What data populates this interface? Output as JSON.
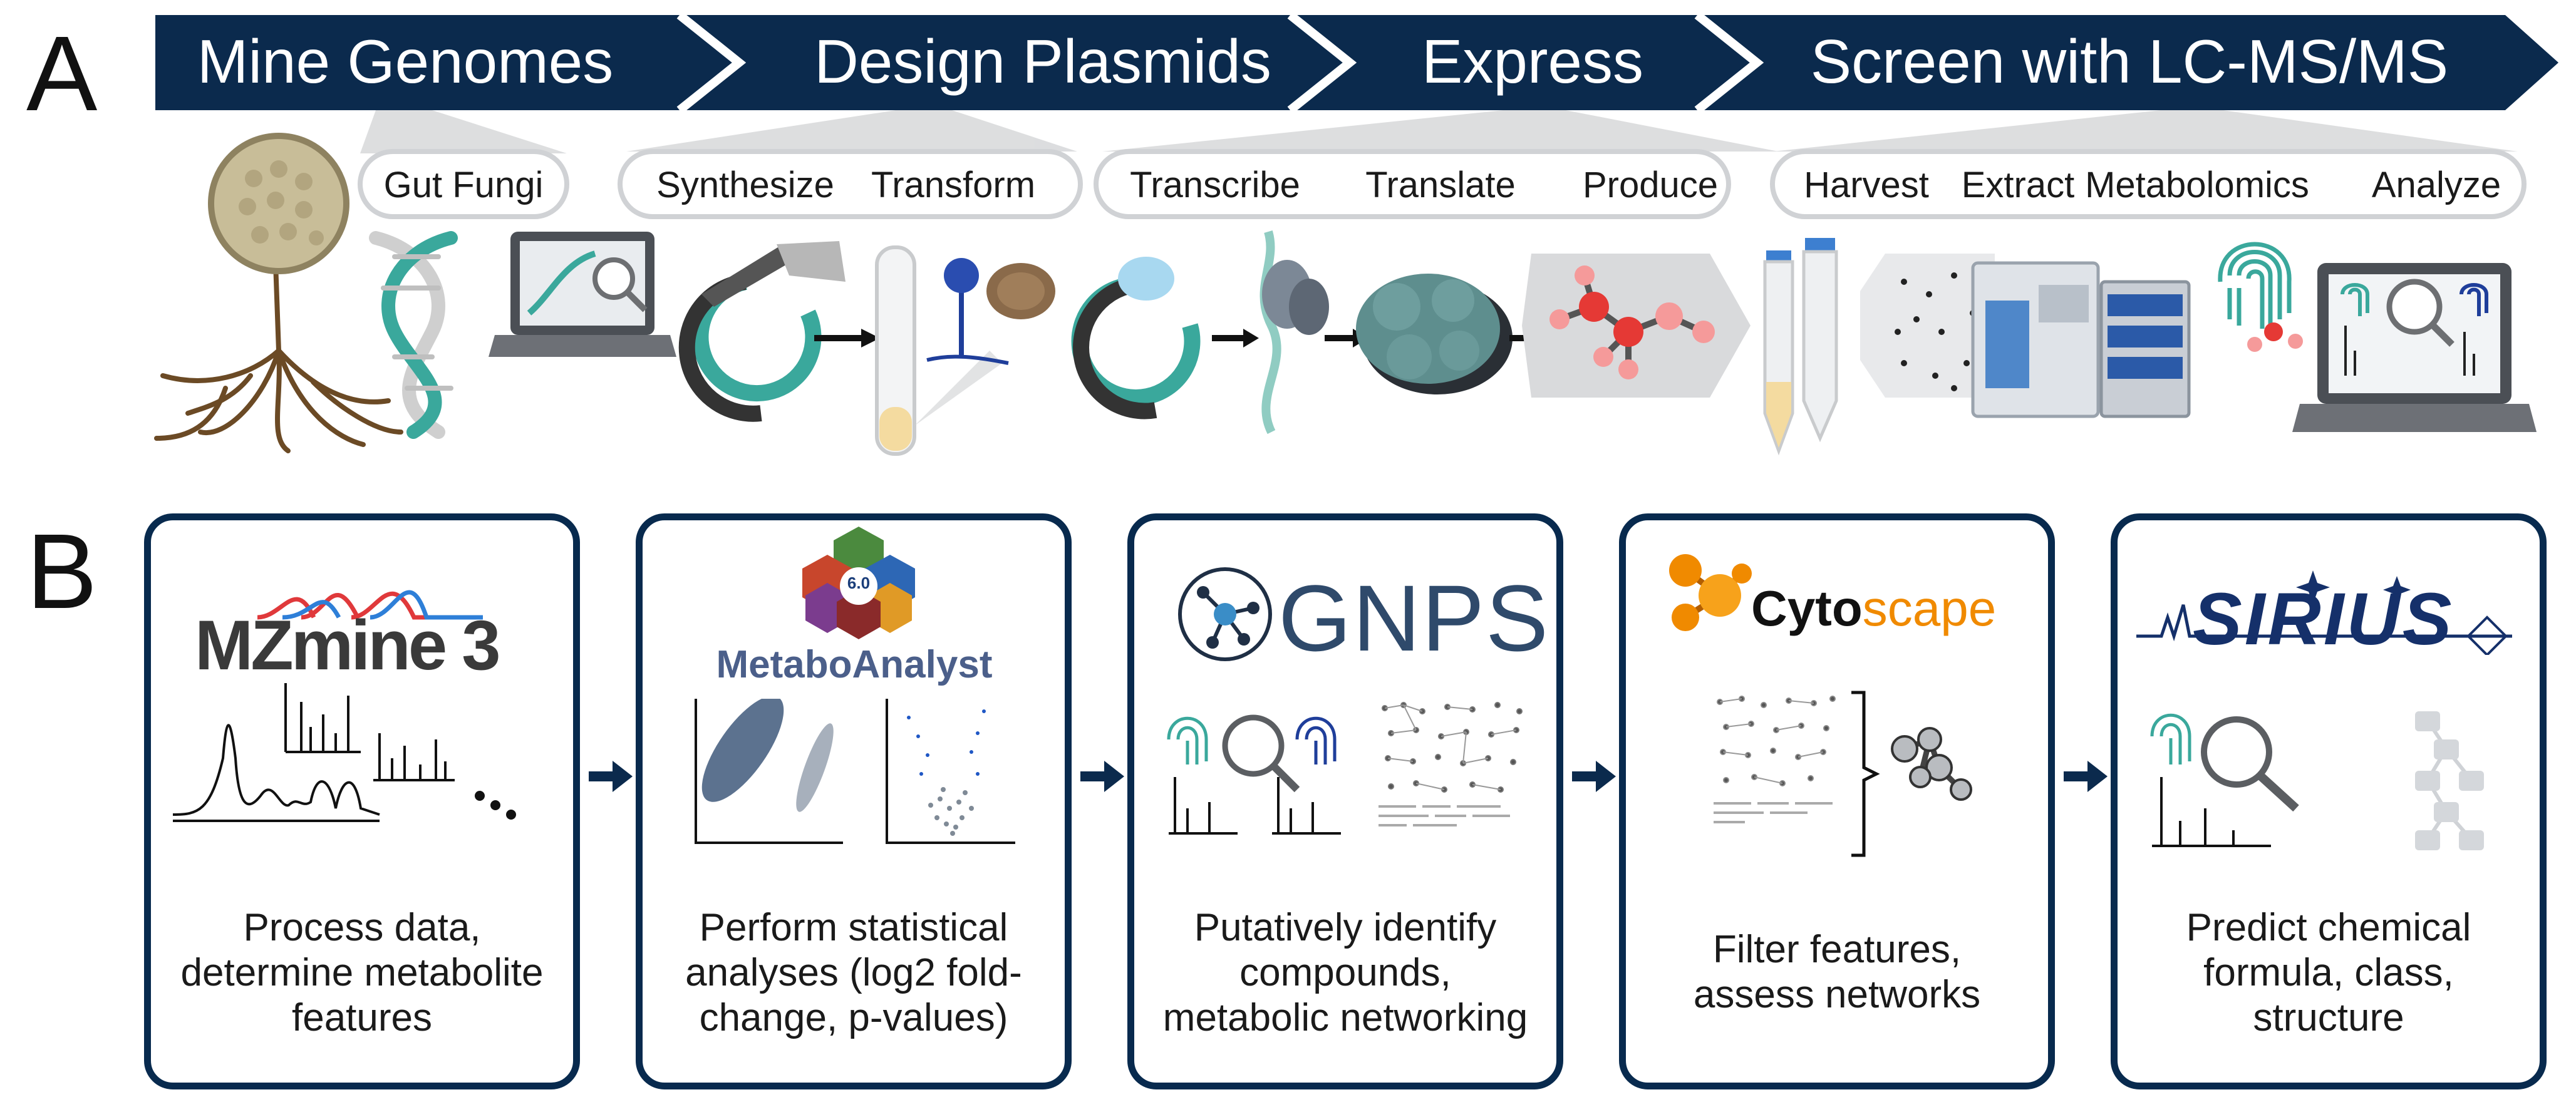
{
  "panels": {
    "a": "A",
    "b": "B"
  },
  "workflow": {
    "stages": [
      {
        "title": "Mine Genomes"
      },
      {
        "title": "Design Plasmids"
      },
      {
        "title": "Express"
      },
      {
        "title": "Screen with LC-MS/MS"
      }
    ],
    "steps": [
      {
        "labels": [
          "Gut Fungi"
        ]
      },
      {
        "labels": [
          "Synthesize",
          "Transform"
        ]
      },
      {
        "labels": [
          "Transcribe",
          "Translate",
          "Produce"
        ]
      },
      {
        "labels": [
          "Harvest",
          "Extract",
          "Metabolomics",
          "Analyze"
        ]
      }
    ]
  },
  "tools": [
    {
      "logo": "MZmine 3",
      "caption": [
        "Process data,",
        "determine metabolite",
        "features"
      ]
    },
    {
      "logo": "MetaboAnalyst",
      "badge": "6.0",
      "caption": [
        "Perform statistical",
        "analyses (log2 fold-",
        "change, p-values)"
      ]
    },
    {
      "logo": "GNPS",
      "caption": [
        "Putatively identify",
        "compounds,",
        "metabolic networking"
      ]
    },
    {
      "logo_main": "Cyto",
      "logo_accent": "scape",
      "caption": [
        "Filter features,",
        "assess networks"
      ]
    },
    {
      "logo": "SIRIUS",
      "caption": [
        "Predict chemical",
        "formula, class,",
        "structure"
      ]
    }
  ],
  "colors": {
    "navy": "#0b2a4d",
    "teal": "#3aa89c",
    "metaboanalyst": "#4b5f8a",
    "gnps": "#2f4a6b",
    "cytoscape_orange": "#f08a00",
    "sirius": "#15306a"
  }
}
